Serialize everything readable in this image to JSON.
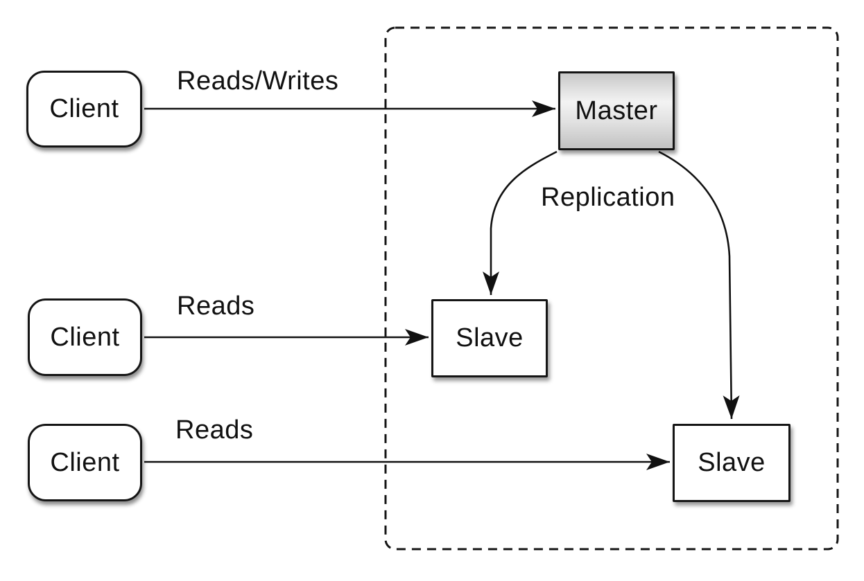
{
  "diagram": {
    "type": "architecture-diagram",
    "clients": [
      {
        "label": "Client"
      },
      {
        "label": "Client"
      },
      {
        "label": "Client"
      }
    ],
    "master": {
      "label": "Master"
    },
    "slaves": [
      {
        "label": "Slave"
      },
      {
        "label": "Slave"
      }
    ],
    "edges": [
      {
        "label": "Reads/Writes",
        "from": "client-1",
        "to": "master"
      },
      {
        "label": "Reads",
        "from": "client-2",
        "to": "slave-1"
      },
      {
        "label": "Reads",
        "from": "client-3",
        "to": "slave-2"
      },
      {
        "label": "Replication",
        "from": "master",
        "to": "slave-1"
      },
      {
        "label": "",
        "from": "master",
        "to": "slave-2"
      }
    ],
    "edge_labels": {
      "reads_writes": "Reads/Writes",
      "reads_top": "Reads",
      "reads_bottom": "Reads",
      "replication": "Replication"
    },
    "colors": {
      "background": "#ffffff",
      "stroke": "#111111",
      "node_fill": "#ffffff",
      "master_gradient_top": "#c8c8c8",
      "master_gradient_mid": "#f3f3f3",
      "master_gradient_bottom": "#c2c2c2"
    }
  }
}
